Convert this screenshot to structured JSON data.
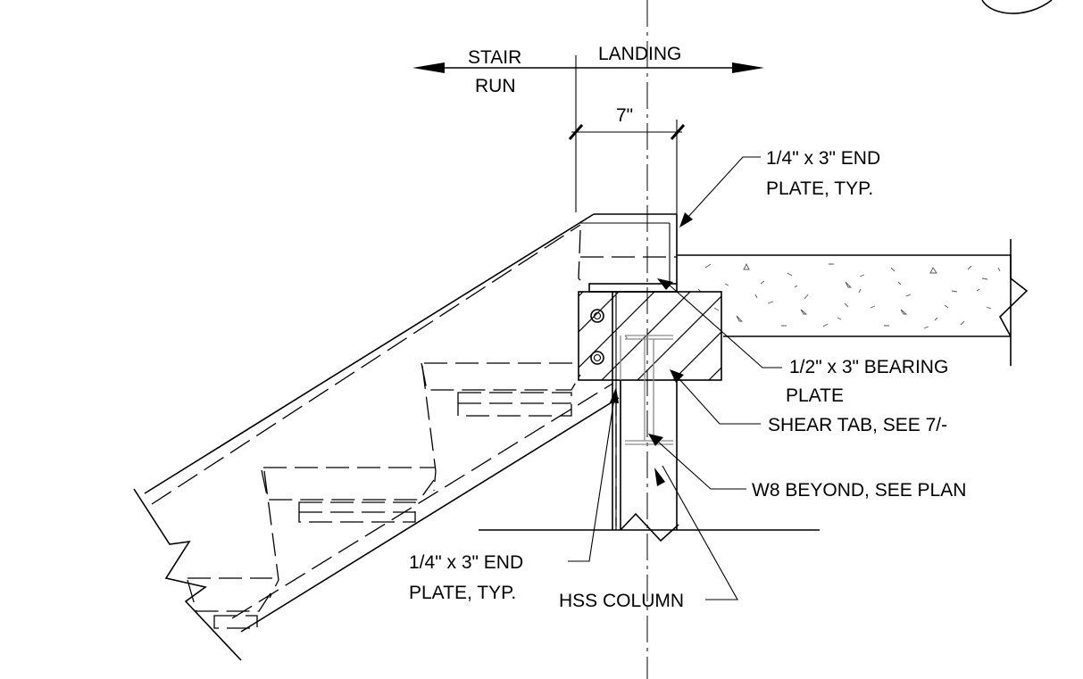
{
  "dimensions": {
    "stair_run": [
      "STAIR",
      "RUN"
    ],
    "landing": "LANDING",
    "plate_width": "7\""
  },
  "callouts": {
    "end_plate_top": [
      "1/4\" x 3\" END",
      "PLATE, TYP."
    ],
    "bearing_plate": [
      "1/2\" x 3\" BEARING",
      "PLATE"
    ],
    "shear_tab": "SHEAR TAB, SEE 7/-",
    "w8_beam": "W8 BEYOND, SEE PLAN",
    "end_plate_bottom": [
      "1/4\" x 3\" END",
      "PLATE, TYP."
    ],
    "hss_column": "HSS COLUMN"
  }
}
